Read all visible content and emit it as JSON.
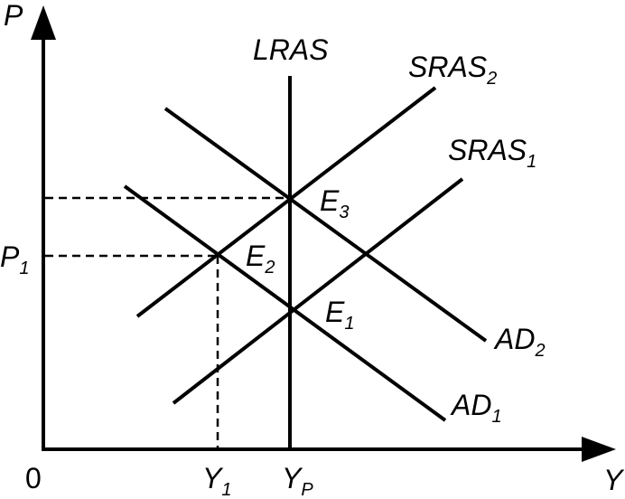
{
  "axes": {
    "y_label": "P",
    "x_label": "Y",
    "origin_label": "0"
  },
  "ticks": {
    "p1": {
      "main": "P",
      "sub": "1"
    },
    "y1": {
      "main": "Y",
      "sub": "1"
    },
    "yp": {
      "main": "Y",
      "sub": "P"
    }
  },
  "curves": {
    "lras": {
      "main": "LRAS",
      "sub": ""
    },
    "sras2": {
      "main": "SRAS",
      "sub": "2"
    },
    "sras1": {
      "main": "SRAS",
      "sub": "1"
    },
    "ad2": {
      "main": "AD",
      "sub": "2"
    },
    "ad1": {
      "main": "AD",
      "sub": "1"
    }
  },
  "points": {
    "e1": {
      "main": "E",
      "sub": "1"
    },
    "e2": {
      "main": "E",
      "sub": "2"
    },
    "e3": {
      "main": "E",
      "sub": "3"
    }
  }
}
